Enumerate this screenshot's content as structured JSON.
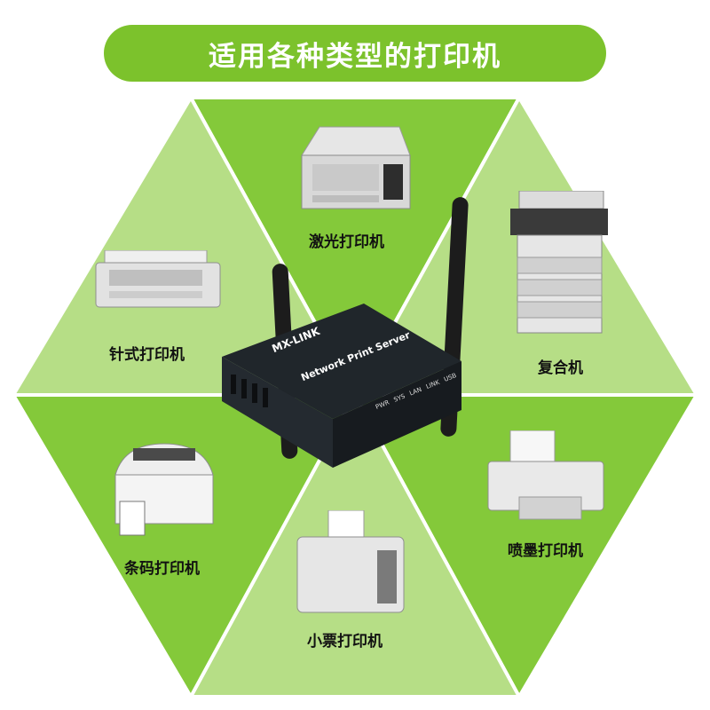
{
  "banner": {
    "title": "适用各种类型的打印机"
  },
  "categories": {
    "laser": "激光打印机",
    "dot_matrix": "针式打印机",
    "multifunction": "复合机",
    "barcode": "条码打印机",
    "inkjet": "喷墨打印机",
    "receipt": "小票打印机"
  },
  "device": {
    "brand": "MX-LINK",
    "tagline": "Network Print Server",
    "led_labels": [
      "PWR",
      "SYS",
      "LAN",
      "LINK",
      "USB"
    ]
  },
  "colors": {
    "banner": "#7cc22c",
    "segment_dark": "#84c93a",
    "segment_light": "#b6de86",
    "divider": "#ffffff"
  }
}
